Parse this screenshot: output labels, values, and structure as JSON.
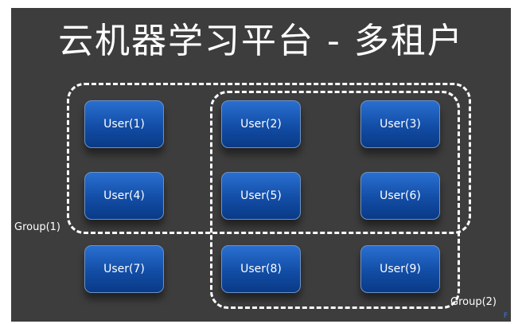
{
  "title": "云机器学习平台 - 多租户",
  "users": [
    {
      "label": "User(1)"
    },
    {
      "label": "User(2)"
    },
    {
      "label": "User(3)"
    },
    {
      "label": "User(4)"
    },
    {
      "label": "User(5)"
    },
    {
      "label": "User(6)"
    },
    {
      "label": "User(7)"
    },
    {
      "label": "User(8)"
    },
    {
      "label": "User(9)"
    }
  ],
  "groups": [
    {
      "label": "Group(1)",
      "members": [
        "User(1)",
        "User(2)",
        "User(3)",
        "User(4)",
        "User(5)",
        "User(6)"
      ]
    },
    {
      "label": "Group(2)",
      "members": [
        "User(2)",
        "User(3)",
        "User(5)",
        "User(6)",
        "User(8)",
        "User(9)"
      ]
    }
  ],
  "corner_mark": "F",
  "colors": {
    "background": "#3d3d3d",
    "user_box": "#1a5cc0",
    "outline": "#ffffff",
    "text": "#ffffff"
  }
}
